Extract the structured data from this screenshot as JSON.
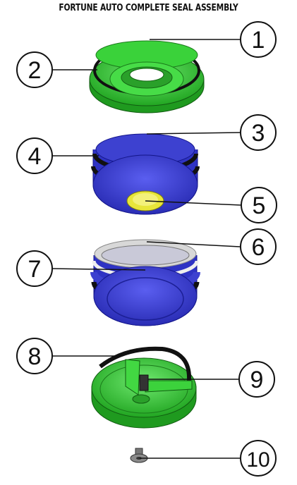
{
  "title": "FORTUNE AUTO COMPLETE SEAL ASSEMBLY",
  "callouts": [
    {
      "num": "1"
    },
    {
      "num": "2"
    },
    {
      "num": "3"
    },
    {
      "num": "4"
    },
    {
      "num": "5"
    },
    {
      "num": "6"
    },
    {
      "num": "7"
    },
    {
      "num": "8"
    },
    {
      "num": "9"
    },
    {
      "num": "10"
    }
  ],
  "colors": {
    "green": "#2fc52f",
    "green_dark": "#1a8a1a",
    "blue": "#3b3fcf",
    "blue_dark": "#1e2188",
    "yellow": "#e8e63a",
    "oring": "#222222",
    "silver": "#d8d8d8"
  }
}
